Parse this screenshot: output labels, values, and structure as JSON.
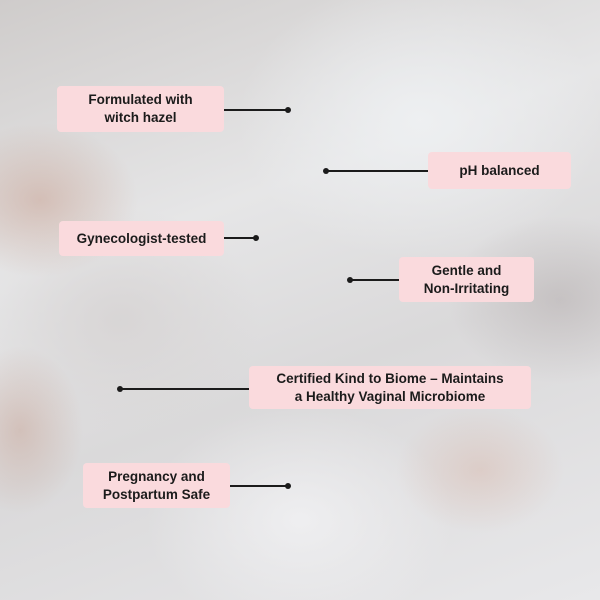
{
  "callouts": [
    {
      "text": "Formulated with\nwitch hazel"
    },
    {
      "text": "pH balanced"
    },
    {
      "text": "Gynecologist-tested"
    },
    {
      "text": "Gentle and\nNon-Irritating"
    },
    {
      "text": "Certified Kind to Biome – Maintains\na Healthy Vaginal Microbiome"
    },
    {
      "text": "Pregnancy and\nPostpartum Safe"
    }
  ],
  "colors": {
    "label_background": "#fadadd",
    "text": "#1b1b1b",
    "line": "#1b1b1b"
  }
}
